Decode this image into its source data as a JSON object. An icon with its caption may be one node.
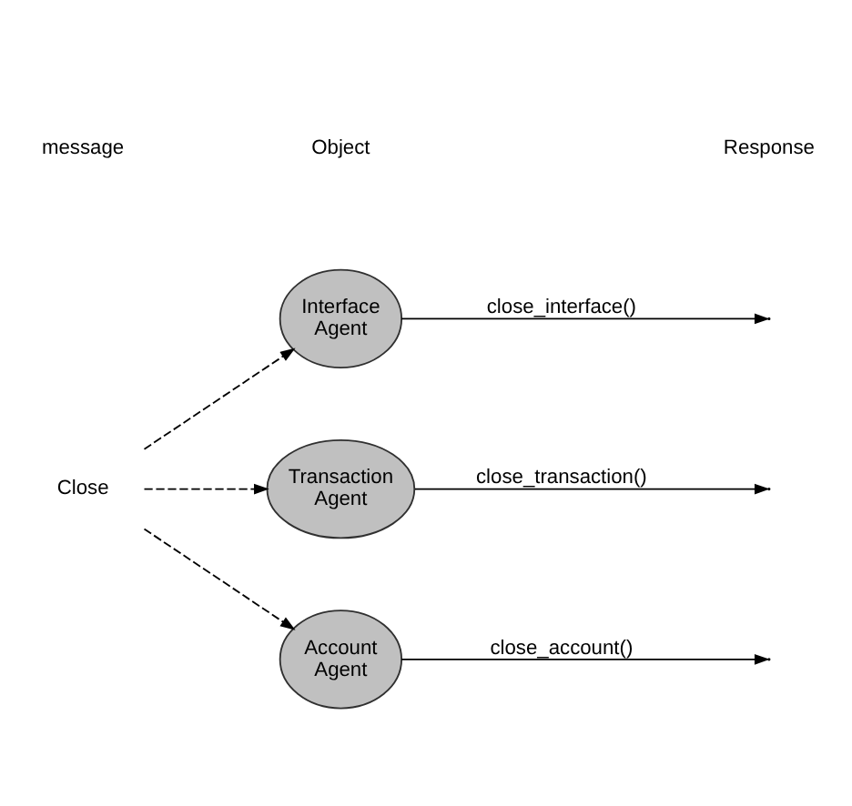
{
  "diagram": {
    "nodes": [
      {
        "text": [
          "Close"
        ]
      },
      {
        "text": [
          "Interface Agent"
        ]
      },
      {
        "text": [
          "Transaction Agent"
        ]
      },
      {
        "text": [
          "Account Agent"
        ]
      }
    ],
    "edges": [
      {
        "from": 0,
        "to": 1,
        "arrow": "to",
        "style": "dashed"
      },
      {
        "from": 0,
        "to": 2,
        "arrow": "to",
        "style": "dashed"
      },
      {
        "from": 0,
        "to": 3,
        "arrow": "to",
        "style": "dashed"
      },
      {
        "from": 1,
        "to": null,
        "arrow": "to",
        "label": "close_interface()"
      },
      {
        "from": 2,
        "to": null,
        "arrow": "to",
        "label": "close_transaction()"
      },
      {
        "from": 3,
        "to": null,
        "arrow": "to",
        "label": "close_account()"
      }
    ],
    "labels": [
      "message",
      "Object",
      "Response"
    ]
  }
}
